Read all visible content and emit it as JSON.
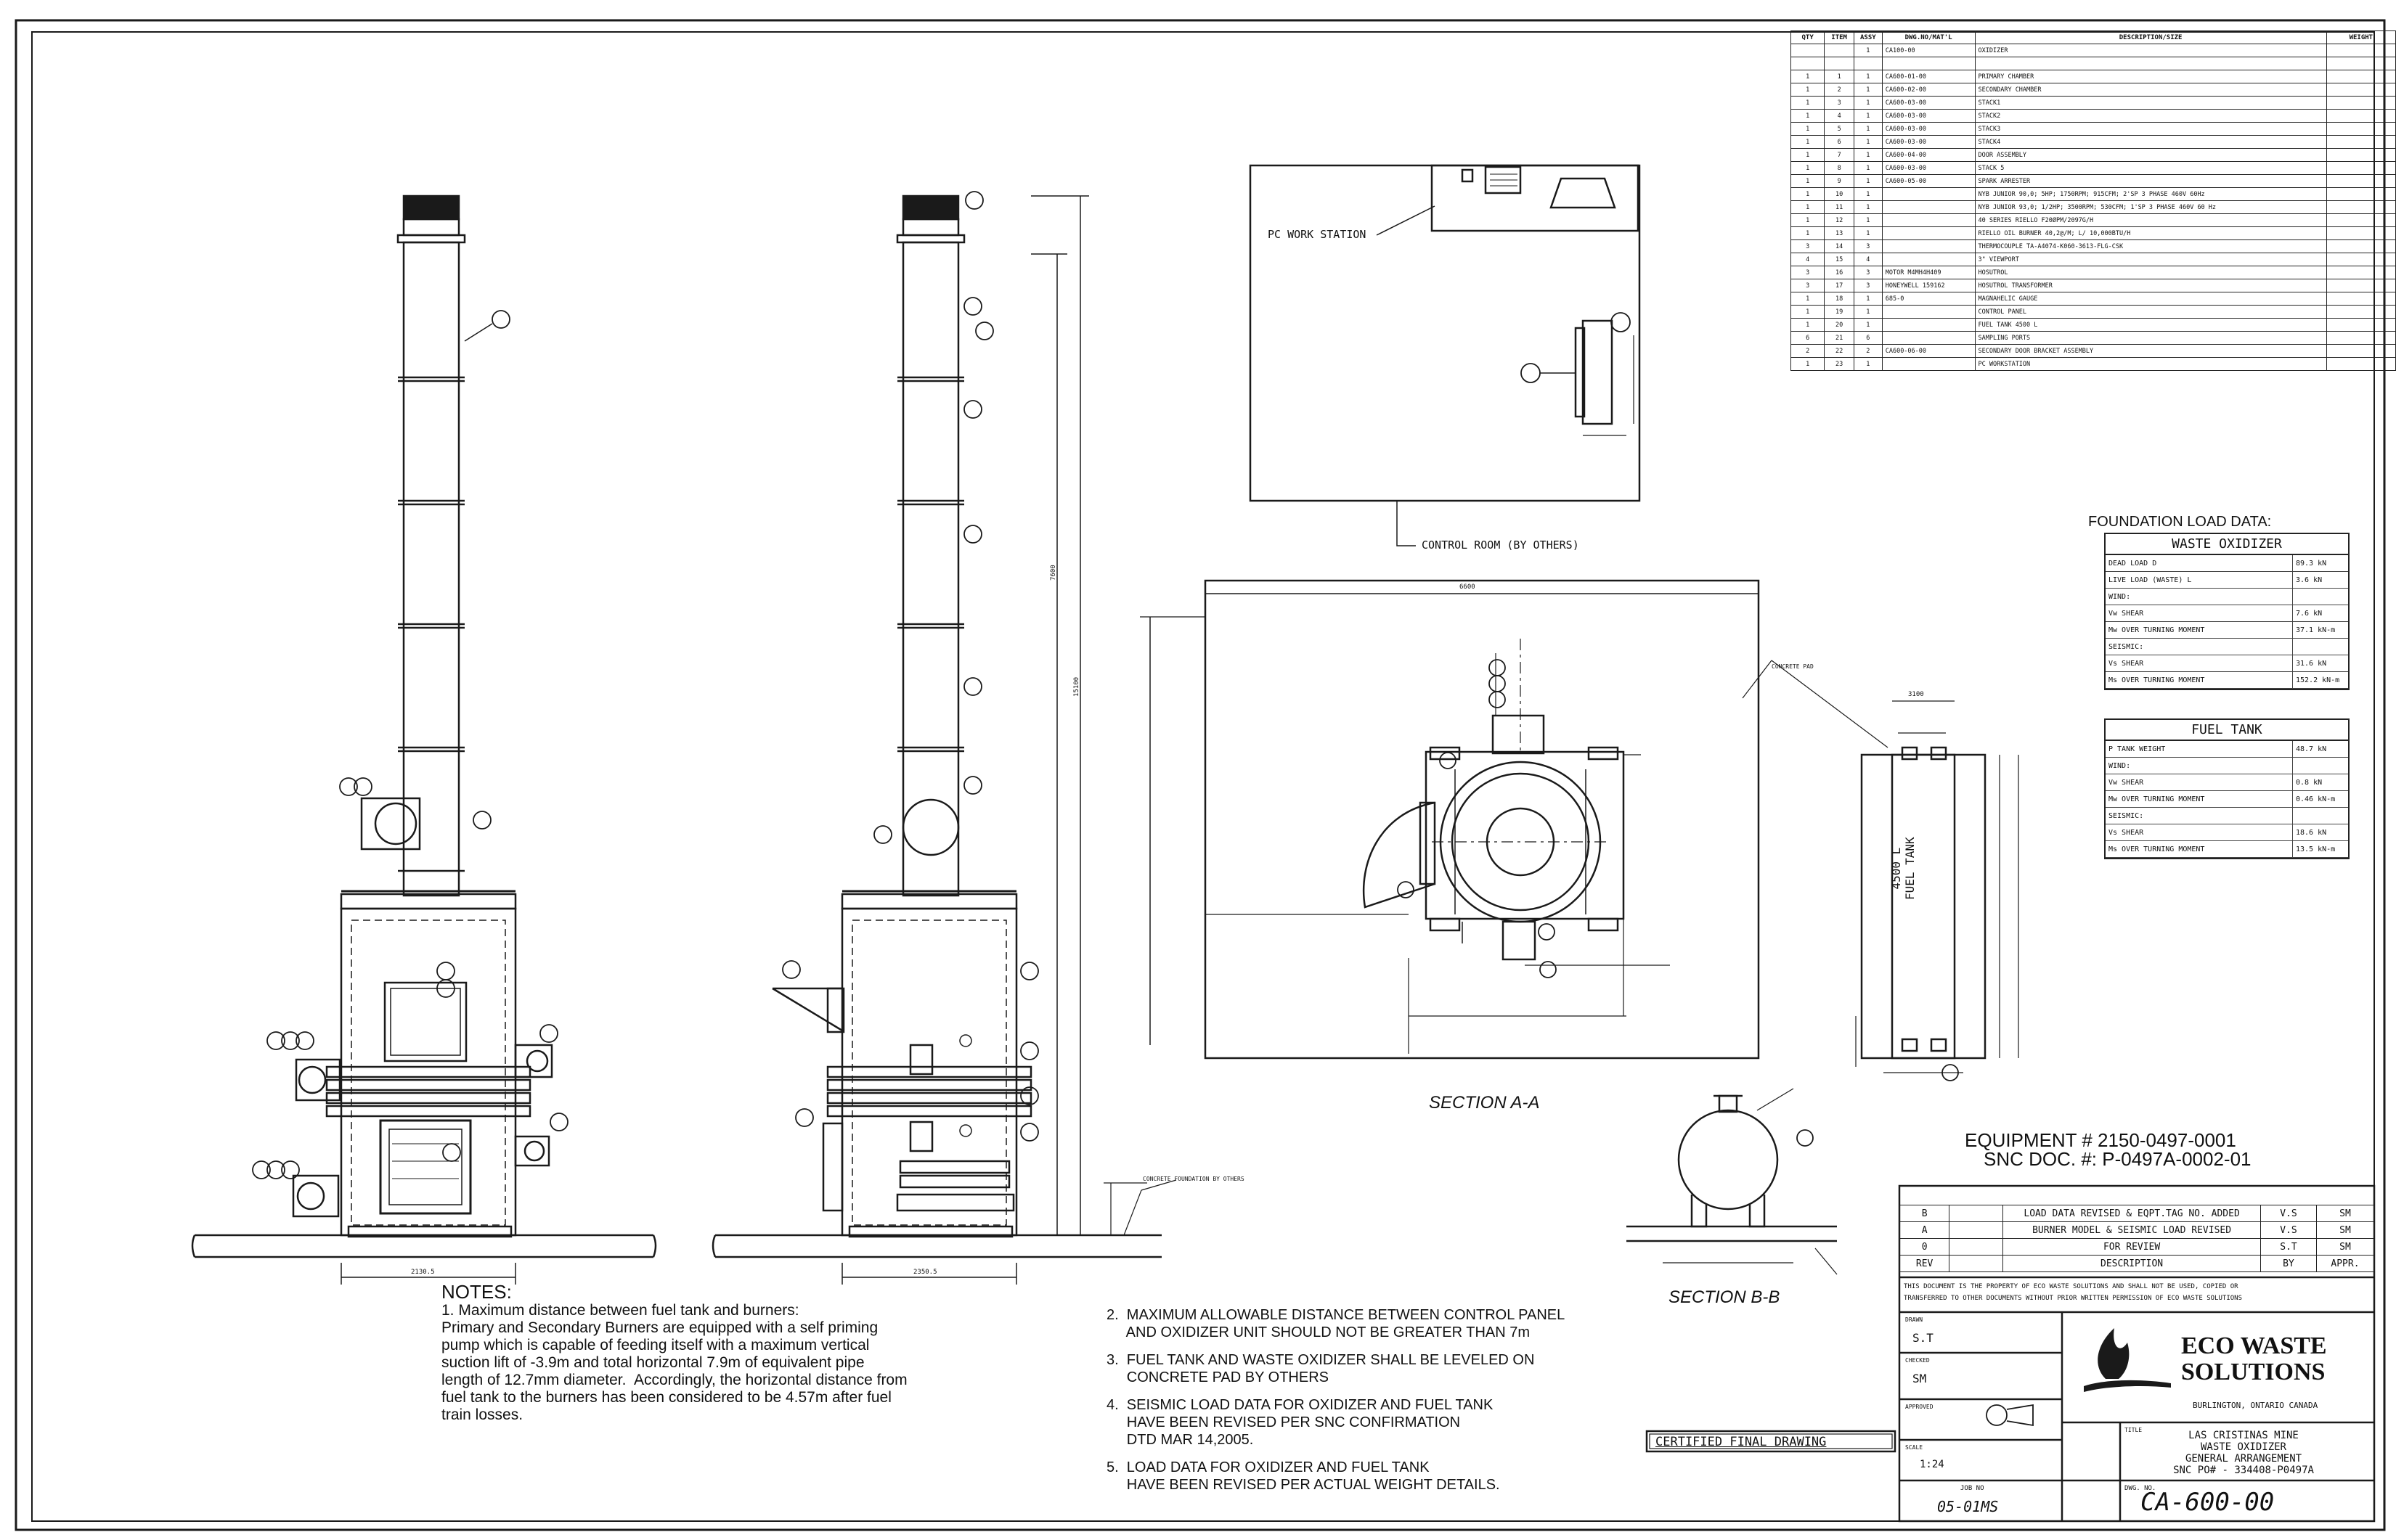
{
  "bom": {
    "headers": [
      "QTY",
      "ITEM",
      "ASSY",
      "DWG.NO/MAT'L",
      "DESCRIPTION/SIZE",
      "WEIGHT"
    ],
    "rows": [
      [
        "",
        "",
        "1",
        "CA100-00",
        "OXIDIZER",
        ""
      ],
      [
        "",
        "",
        "",
        "",
        "",
        ""
      ],
      [
        "1",
        "1",
        "1",
        "CA600-01-00",
        "PRIMARY CHAMBER",
        ""
      ],
      [
        "1",
        "2",
        "1",
        "CA600-02-00",
        "SECONDARY CHAMBER",
        ""
      ],
      [
        "1",
        "3",
        "1",
        "CA600-03-00",
        "STACK1",
        ""
      ],
      [
        "1",
        "4",
        "1",
        "CA600-03-00",
        "STACK2",
        ""
      ],
      [
        "1",
        "5",
        "1",
        "CA600-03-00",
        "STACK3",
        ""
      ],
      [
        "1",
        "6",
        "1",
        "CA600-03-00",
        "STACK4",
        ""
      ],
      [
        "1",
        "7",
        "1",
        "CA600-04-00",
        "DOOR ASSEMBLY",
        ""
      ],
      [
        "1",
        "8",
        "1",
        "CA600-03-00",
        "STACK 5",
        ""
      ],
      [
        "1",
        "9",
        "1",
        "CA600-05-00",
        "SPARK ARRESTER",
        ""
      ],
      [
        "1",
        "10",
        "1",
        "",
        "NYB JUNIOR 90,0; 5HP; 1750RPM; 915CFM; 2'SP 3 PHASE 460V 60Hz",
        ""
      ],
      [
        "1",
        "11",
        "1",
        "",
        "NYB JUNIOR 93,0; 1/2HP; 3500RPM; 530CFM; 1'SP 3 PHASE 460V 60 Hz",
        ""
      ],
      [
        "1",
        "12",
        "1",
        "",
        "40 SERIES RIELLO F20ØPM/2097G/H",
        ""
      ],
      [
        "1",
        "13",
        "1",
        "",
        "RIELLO OIL BURNER 40,2@/M; L/ 10,000BTU/H",
        ""
      ],
      [
        "3",
        "14",
        "3",
        "",
        "THERMOCOUPLE TA-A4074-K060-3613-FLG-CSK",
        ""
      ],
      [
        "4",
        "15",
        "4",
        "",
        "3\" VIEWPORT",
        ""
      ],
      [
        "3",
        "16",
        "3",
        "MOTOR M4MH4H409",
        "HOSUTROL",
        ""
      ],
      [
        "3",
        "17",
        "3",
        "HONEYWELL 159162",
        "HOSUTROL TRANSFORMER",
        ""
      ],
      [
        "1",
        "18",
        "1",
        "685-0",
        "MAGNAHELIC GAUGE",
        ""
      ],
      [
        "1",
        "19",
        "1",
        "",
        "CONTROL PANEL",
        ""
      ],
      [
        "1",
        "20",
        "1",
        "",
        "FUEL TANK 4500 L",
        ""
      ],
      [
        "6",
        "21",
        "6",
        "",
        "SAMPLING PORTS",
        ""
      ],
      [
        "2",
        "22",
        "2",
        "CA600-06-00",
        "SECONDARY DOOR BRACKET ASSEMBLY",
        ""
      ],
      [
        "1",
        "23",
        "1",
        "",
        "PC WORKSTATION",
        ""
      ]
    ]
  },
  "foundation": {
    "title": "FOUNDATION LOAD DATA:",
    "waste": {
      "title": "WASTE OXIDIZER",
      "rows": [
        [
          "DEAD LOAD D",
          "89.3 kN"
        ],
        [
          "LIVE LOAD (WASTE) L",
          "3.6 kN"
        ],
        [
          "WIND:",
          ""
        ],
        [
          "Vw SHEAR",
          "7.6 kN"
        ],
        [
          "Mw OVER TURNING MOMENT",
          "37.1 kN-m"
        ],
        [
          "SEISMIC:",
          ""
        ],
        [
          "Vs SHEAR",
          "31.6 kN"
        ],
        [
          "Ms OVER TURNING MOMENT",
          "152.2 kN-m"
        ]
      ]
    },
    "tank": {
      "title": "FUEL TANK",
      "rows": [
        [
          "P TANK WEIGHT",
          "48.7 kN"
        ],
        [
          "WIND:",
          ""
        ],
        [
          "Vw SHEAR",
          "0.8 kN"
        ],
        [
          "Mw OVER TURNING MOMENT",
          "0.46 kN-m"
        ],
        [
          "SEISMIC:",
          ""
        ],
        [
          "Vs SHEAR",
          "18.6 kN"
        ],
        [
          "Ms OVER TURNING MOMENT",
          "13.5 kN-m"
        ]
      ]
    }
  },
  "labels": {
    "pc_workstation": "PC WORK STATION",
    "control_room": "CONTROL ROOM (BY OTHERS)",
    "section_aa": "SECTION A-A",
    "section_bb": "SECTION B-B",
    "fuel_tank": "4500 L\nFUEL TANK",
    "concrete_pad": "CONCRETE PAD",
    "concrete_foundation": "CONCRETE FOUNDATION BY OTHERS",
    "dim_total_width": "6600",
    "dim_top": "3100",
    "dim_height": "15100",
    "dim_stack": "7600",
    "dim_base1": "2130.5",
    "dim_base2": "2350.5",
    "certified": "CERTIFIED FINAL DRAWING"
  },
  "equipment": {
    "line1": "EQUIPMENT # 2150-0497-0001",
    "line2": "SNC DOC. #: P-0497A-0002-01"
  },
  "notes": {
    "heading": "NOTES:",
    "n1": [
      "1. Maximum distance between fuel tank and burners:",
      "Primary and Secondary Burners are equipped with a self priming",
      "pump which is capable of feeding itself with a maximum vertical",
      "suction lift of -3.9m and total horizontal 7.9m of equivalent pipe",
      "length of 12.7mm diameter.  Accordingly, the horizontal distance from",
      "fuel tank to the burners has been considered to be 4.57m after fuel",
      "train losses."
    ],
    "n2": [
      "2.  MAXIMUM ALLOWABLE DISTANCE BETWEEN CONTROL PANEL",
      "     AND OXIDIZER UNIT SHOULD NOT BE GREATER THAN 7m"
    ],
    "n3": [
      "3.  FUEL TANK AND WASTE OXIDIZER SHALL BE LEVELED ON",
      "     CONCRETE PAD BY OTHERS"
    ],
    "n4": [
      "4.  SEISMIC LOAD DATA FOR OXIDIZER AND FUEL TANK",
      "     HAVE BEEN REVISED PER SNC CONFIRMATION",
      "     DTD MAR 14,2005."
    ],
    "n5": [
      "5.  LOAD DATA FOR OXIDIZER AND FUEL TANK",
      "     HAVE BEEN REVISED PER ACTUAL WEIGHT DETAILS."
    ]
  },
  "revisions": [
    [
      "B",
      "",
      "LOAD DATA REVISED & EQPT.TAG NO. ADDED",
      "V.S",
      "SM"
    ],
    [
      "A",
      "",
      "BURNER MODEL & SEISMIC LOAD REVISED",
      "V.S",
      "SM"
    ],
    [
      "0",
      "",
      "FOR REVIEW",
      "S.T",
      "SM"
    ],
    [
      "REV",
      "",
      "DESCRIPTION",
      "BY",
      "APPR."
    ]
  ],
  "titleblock": {
    "disclaimer1": "THIS DOCUMENT IS THE PROPERTY OF ECO WASTE SOLUTIONS AND SHALL NOT BE USED, COPIED OR",
    "disclaimer2": "TRANSFERRED TO OTHER DOCUMENTS WITHOUT PRIOR WRITTEN PERMISSION OF ECO WASTE SOLUTIONS",
    "drawn_label": "DRAWN",
    "drawn": "S.T",
    "checked_label": "CHECKED",
    "checked": "SM",
    "approved_label": "APPROVED",
    "scale_label": "SCALE",
    "scale": "1:24",
    "job_label": "JOB NO",
    "job": "05-01MS",
    "dwg_label": "DWG. NO.",
    "dwg": "CA-600-00",
    "company1": "ECO WASTE",
    "company2": "SOLUTIONS",
    "location": "BURLINGTON, ONTARIO CANADA",
    "title_label": "TITLE",
    "title1": "LAS CRISTINAS MINE",
    "title2": "WASTE OXIDIZER",
    "title3": "GENERAL ARRANGEMENT",
    "title4": "SNC PO# - 334408-P0497A"
  }
}
